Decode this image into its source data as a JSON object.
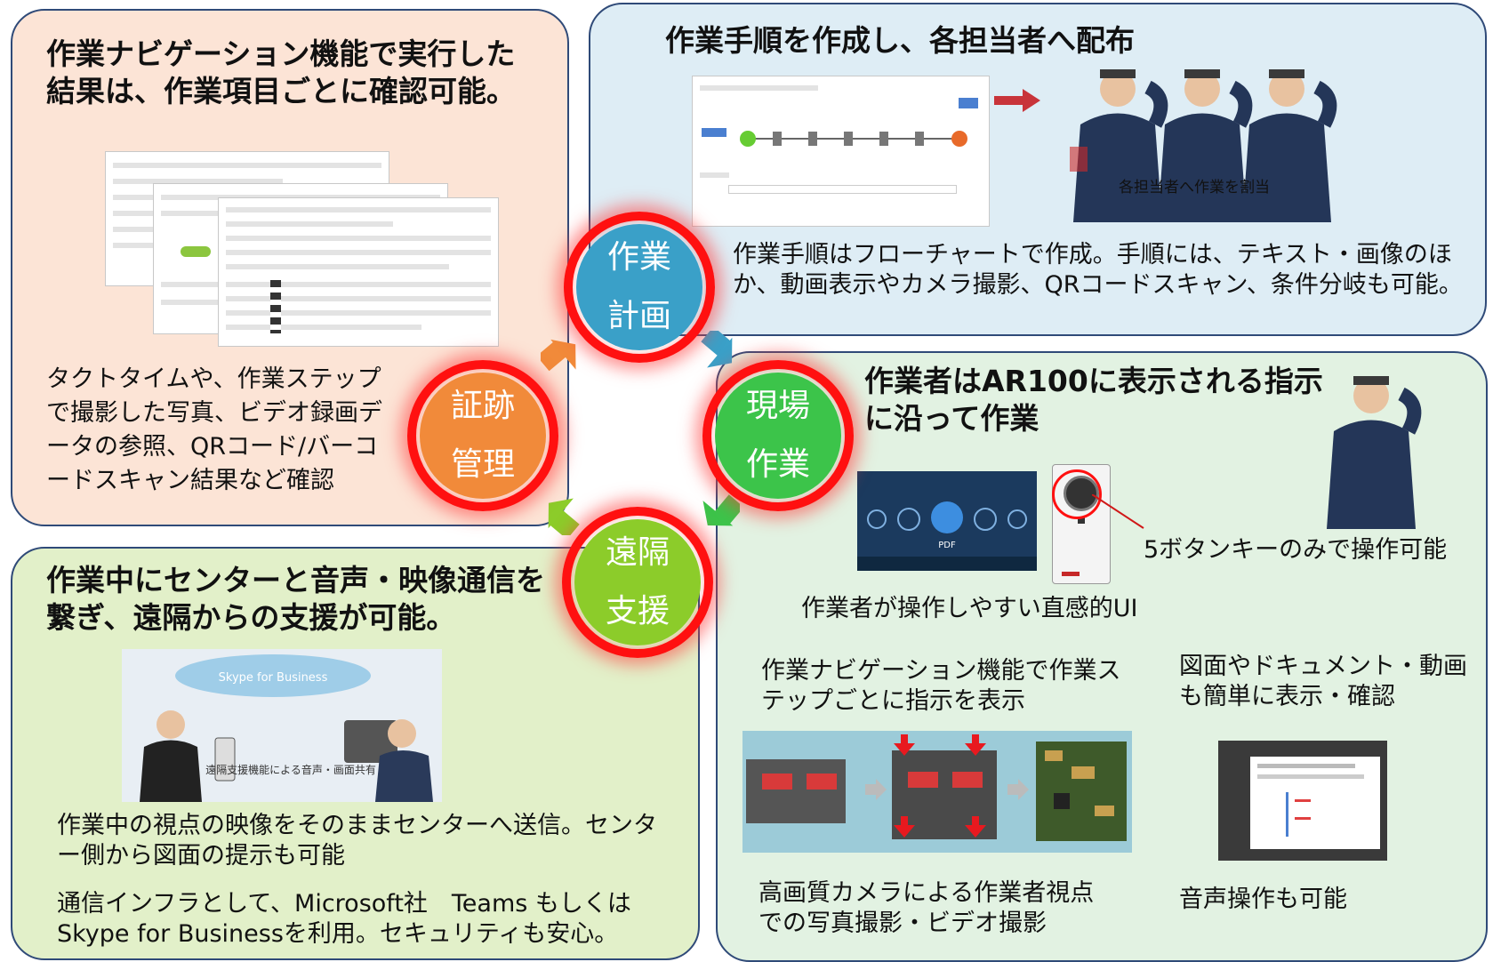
{
  "top_left": {
    "title": "作業ナビゲーション機能で実行した結果は、作業項目ごとに確認可能。",
    "desc": "タクトタイムや、作業ステップで撮影した写真、ビデオ録画データの参照、QRコード/バーコードスキャン結果など確認"
  },
  "top_right": {
    "title": "作業手順を作成し、各担当者へ配布",
    "assign_label": "各担当者へ作業を割当",
    "desc": "作業手順はフローチャートで作成。手順には、テキスト・画像のほか、動画表示やカメラ撮影、QRコードスキャン、条件分岐も可能。"
  },
  "bottom_left": {
    "title": "作業中にセンターと音声・映像通信を繋ぎ、遠隔からの支援が可能。",
    "skype_label": "Skype for Business",
    "diagram_caption": "遠隔支援機能による音声・画面共有",
    "desc1": "作業中の視点の映像をそのままセンターへ送信。センター側から図面の提示も可能",
    "desc2": "通信インフラとして、Microsoft社　Teams もしくはSkype for Businessを利用。セキュリティも安心。"
  },
  "bottom_right": {
    "title": "作業者はAR100に表示される指示に沿って作業",
    "ui_label": "PDF",
    "button_note": "5ボタンキーのみで操作可能",
    "ui_note": "作業者が操作しやすい直感的UI",
    "nav_note": "作業ナビゲーション機能で作業ステップごとに指示を表示",
    "doc_note": "図面やドキュメント・動画も簡単に表示・確認",
    "camera_note": "高画質カメラによる作業者視点での写真撮影・ビデオ撮影",
    "voice_note": "音声操作も可能"
  },
  "cycle": {
    "plan": [
      "作業",
      "計画"
    ],
    "site": [
      "現場",
      "作業"
    ],
    "remote": [
      "遠隔",
      "支援"
    ],
    "trace": [
      "証跡",
      "管理"
    ]
  },
  "colors": {
    "plan": "#3aa0c8",
    "site": "#3cc44a",
    "remote": "#8ccc2a",
    "trace": "#f18a3a",
    "ring": "#ff1010",
    "panel_peach": "#fce4d6",
    "panel_blue": "#deedf5",
    "panel_lime": "#e2f0c9",
    "panel_mint": "#e2f2e2"
  },
  "icons": [
    "right-arrow-icon",
    "cycle-arrow-icon",
    "camera-icon",
    "settings-icon",
    "play-icon",
    "down-arrow-icon"
  ]
}
